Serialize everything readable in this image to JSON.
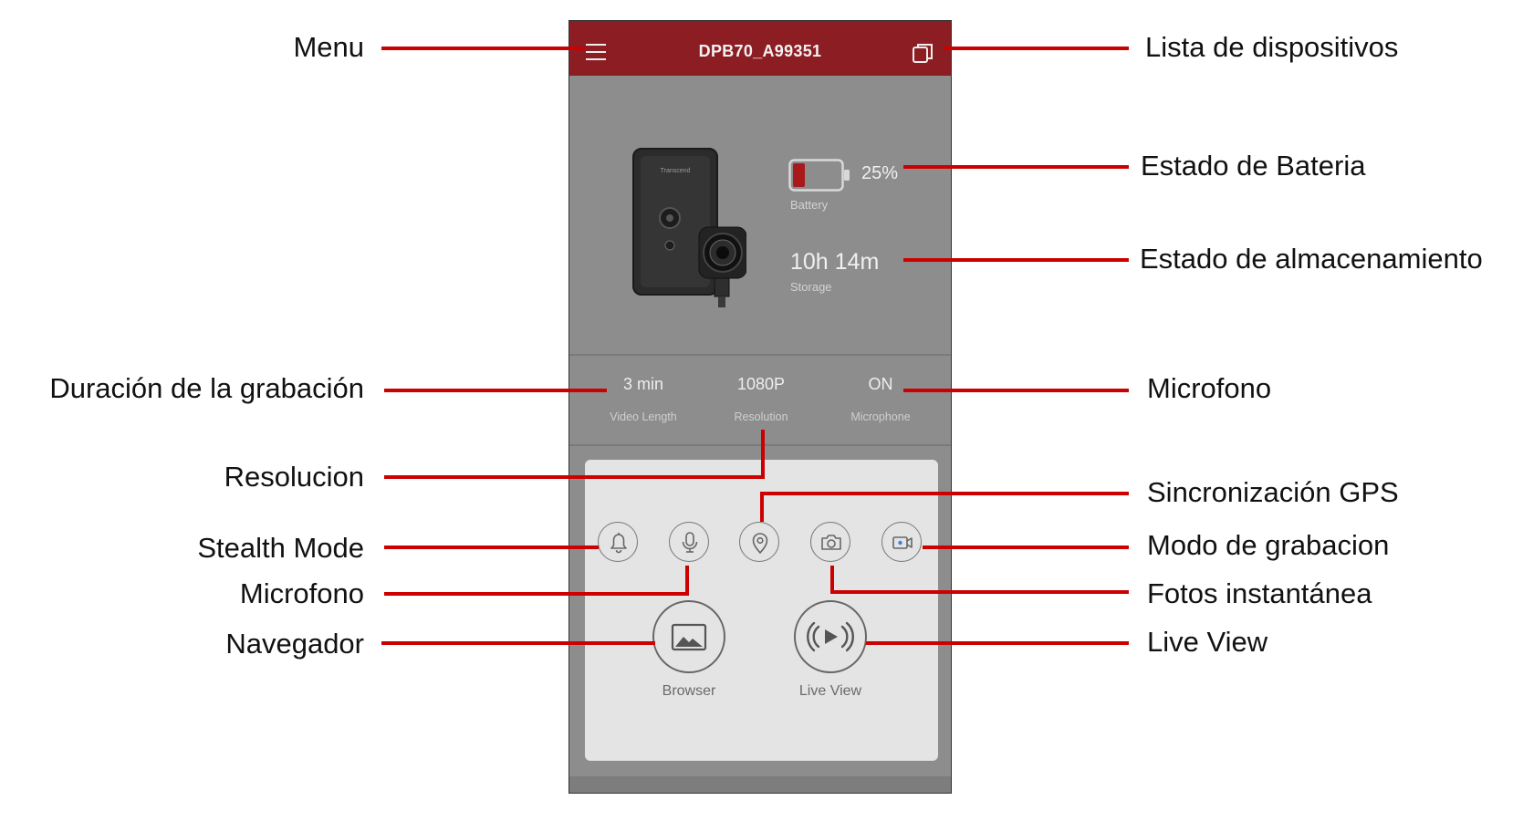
{
  "app": {
    "title": "DPB70_A99351",
    "battery": {
      "percent": "25%",
      "label": "Battery",
      "level": 0.25
    },
    "storage": {
      "value": "10h 14m",
      "label": "Storage"
    },
    "stats": [
      {
        "value": "3 min",
        "label": "Video Length"
      },
      {
        "value": "1080P",
        "label": "Resolution"
      },
      {
        "value": "ON",
        "label": "Microphone"
      }
    ],
    "buttons": {
      "browser": "Browser",
      "live_view": "Live View"
    },
    "colors": {
      "header": "#8c1d22",
      "callout_line": "#cc0000",
      "battery_fill": "#a8191e"
    }
  },
  "callouts": {
    "menu": "Menu",
    "device_list": "Lista de dispositivos",
    "battery_status": "Estado de Bateria",
    "storage_status": "Estado de almacenamiento",
    "recording_duration": "Duración de la grabación",
    "microphone_status": "Microfono",
    "resolution": "Resolucion",
    "gps_sync": "Sincronización GPS",
    "stealth_mode": "Stealth  Mode",
    "recording_mode": "Modo de grabacion",
    "microphone_toggle": "Microfono",
    "snapshot": "Fotos instantánea",
    "browser": "Navegador",
    "live_view": "Live View"
  }
}
